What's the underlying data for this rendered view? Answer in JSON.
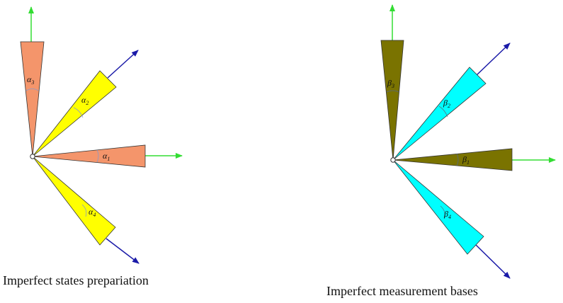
{
  "colors": {
    "green_arrow": "#33dd33",
    "blue_arrow": "#1a1aa8",
    "orange_wedge": "#f4956b",
    "yellow_wedge": "#ffff00",
    "olive_wedge": "#7a7300",
    "cyan_wedge": "#00ffff"
  },
  "left_panel": {
    "caption": "Imperfect states prepariation",
    "labels": [
      {
        "symbol": "α",
        "sub": "1",
        "id": "alpha-1"
      },
      {
        "symbol": "α",
        "sub": "2",
        "id": "alpha-2"
      },
      {
        "symbol": "α",
        "sub": "3",
        "id": "alpha-3"
      },
      {
        "symbol": "α",
        "sub": "4",
        "id": "alpha-4"
      }
    ]
  },
  "right_panel": {
    "caption": "Imperfect measurement bases",
    "labels": [
      {
        "symbol": "β",
        "sub": "1",
        "id": "beta-1"
      },
      {
        "symbol": "β",
        "sub": "2",
        "id": "beta-2"
      },
      {
        "symbol": "β",
        "sub": "3",
        "id": "beta-3"
      },
      {
        "symbol": "β",
        "sub": "4",
        "id": "beta-4"
      }
    ]
  }
}
